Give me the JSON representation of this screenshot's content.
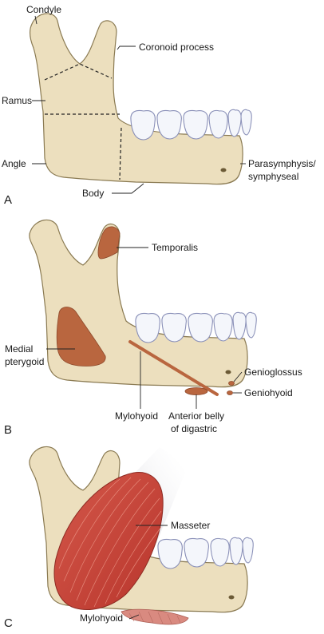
{
  "panels": {
    "a": {
      "letter": "A",
      "labels": {
        "condyle": "Condyle",
        "coronoid": "Coronoid process",
        "ramus": "Ramus",
        "angle": "Angle",
        "body": "Body",
        "parasymphysis_1": "Parasymphysis/",
        "parasymphysis_2": "symphyseal"
      }
    },
    "b": {
      "letter": "B",
      "labels": {
        "temporalis": "Temporalis",
        "medial_1": "Medial",
        "medial_2": "pterygoid",
        "genioglossus": "Genioglossus",
        "geniohyoid": "Geniohyoid",
        "mylohyoid": "Mylohyoid",
        "digastric_1": "Anterior belly",
        "digastric_2": "of digastric"
      }
    },
    "c": {
      "letter": "C",
      "labels": {
        "masseter": "Masseter",
        "mylohyoid": "Mylohyoid"
      }
    }
  },
  "colors": {
    "bone": "#ecdfbe",
    "tooth": "#f4f6fb",
    "muscle": "#b9663f",
    "masseter": "#c4473a"
  }
}
